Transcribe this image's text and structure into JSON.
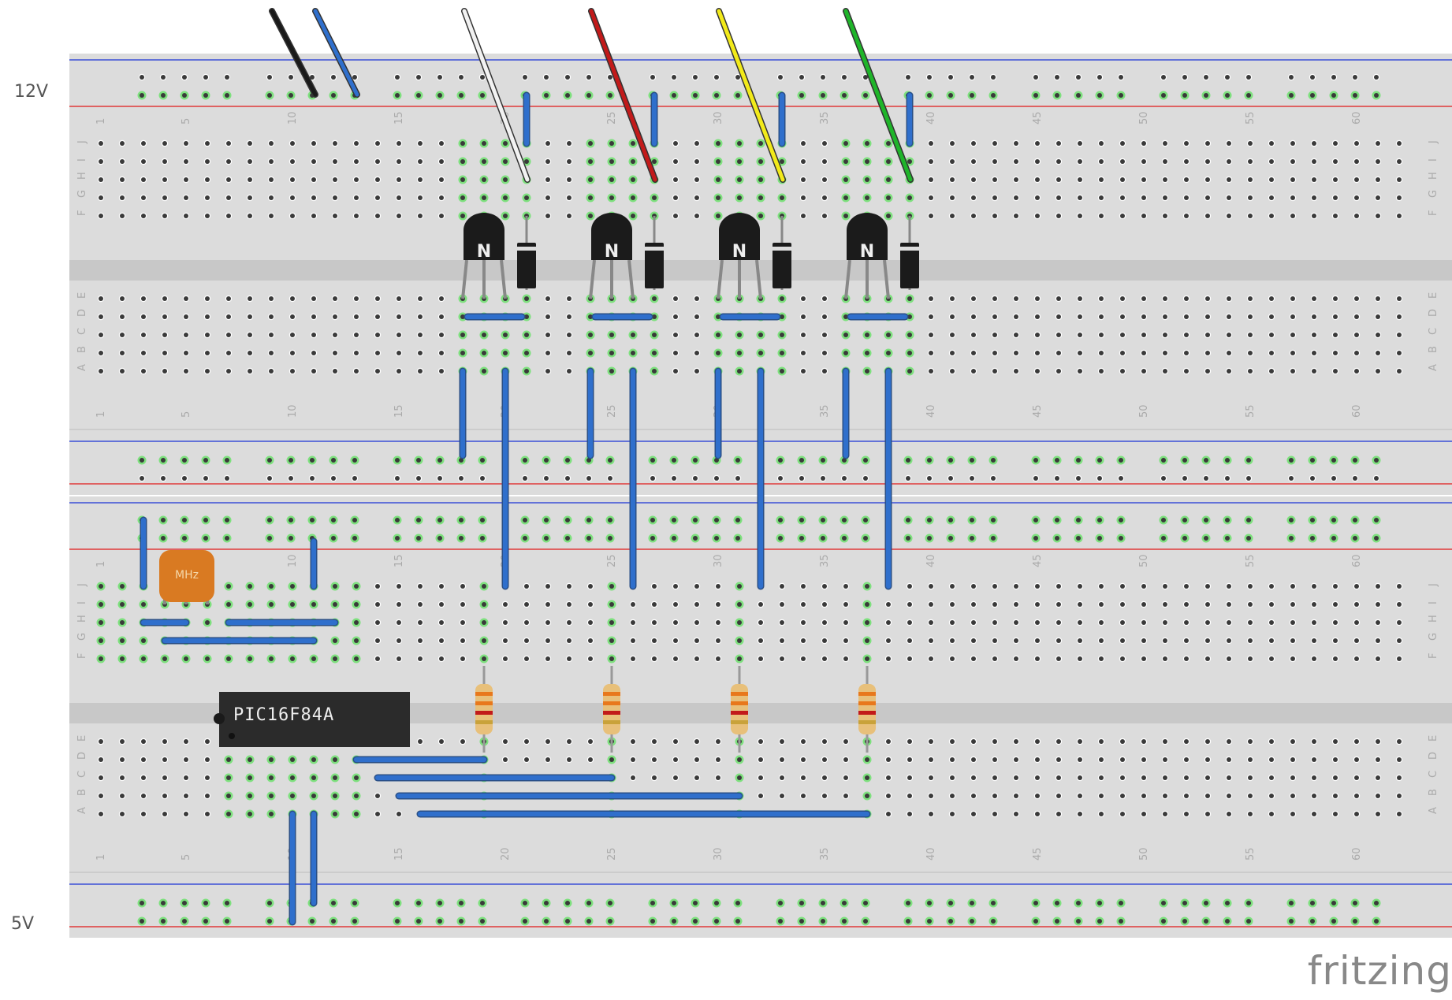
{
  "labels": {
    "top_rail": "12V",
    "bottom_rail": "5V",
    "logo": "fritzing"
  },
  "breadboard": {
    "columns": 62,
    "column_numbers": [
      "1",
      "5",
      "10",
      "15",
      "20",
      "25",
      "30",
      "35",
      "40",
      "45",
      "50",
      "55",
      "60"
    ],
    "row_letters_top": [
      "J",
      "I",
      "H",
      "G",
      "F"
    ],
    "row_letters_bottom": [
      "E",
      "D",
      "C",
      "B",
      "A"
    ]
  },
  "components": {
    "chip_label": "PIC16F84A",
    "crystal_label": "MHz",
    "transistor_mark": "N",
    "transistor_count": 4,
    "diode_count": 4,
    "resistor_count": 4
  },
  "wire_colors": {
    "black": "#1a1a1a",
    "blue": "#2f6fcc",
    "white": "#f2f2f2",
    "red": "#c21a1a",
    "yellow": "#f2ea1a",
    "green": "#1fb52a"
  },
  "colors": {
    "board": "#dcdcdc",
    "rail_blue": "#3b4fd6",
    "rail_red": "#e03a3a",
    "hole": "#3a3a3a",
    "connected": "#7ee07e"
  }
}
